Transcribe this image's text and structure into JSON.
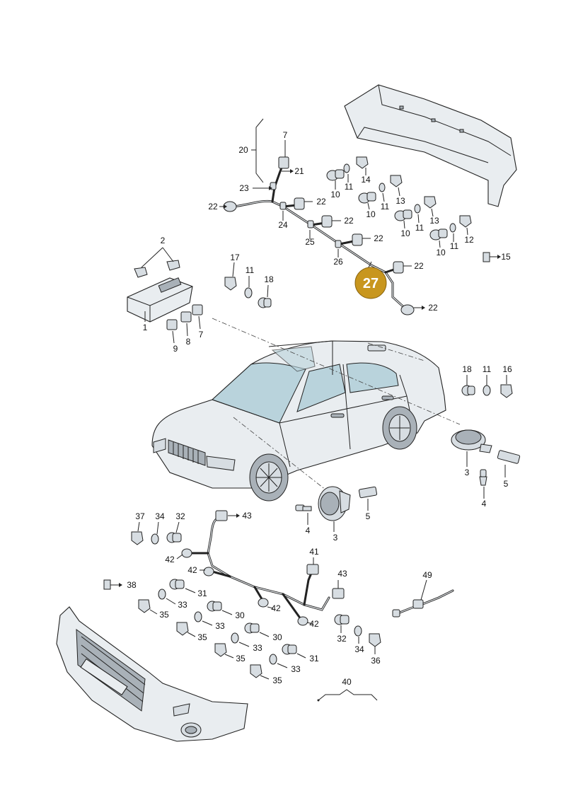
{
  "labels": {
    "l1": "1",
    "l2": "2",
    "l3a": "3",
    "l3b": "3",
    "l4a": "4",
    "l4b": "4",
    "l5a": "5",
    "l5b": "5",
    "l7a": "7",
    "l7b": "7",
    "l8": "8",
    "l9": "9",
    "l10a": "10",
    "l10b": "10",
    "l10c": "10",
    "l10d": "10",
    "l11a": "11",
    "l11b": "11",
    "l11c": "11",
    "l11d": "11",
    "l11e": "11",
    "l12": "12",
    "l13a": "13",
    "l13b": "13",
    "l14": "14",
    "l15": "15",
    "l16": "16",
    "l17": "17",
    "l18a": "18",
    "l18b": "18",
    "l20": "20",
    "l21": "21",
    "l22a": "22",
    "l22b": "22",
    "l22c": "22",
    "l22d": "22",
    "l22e": "22",
    "l22f": "22",
    "l23": "23",
    "l24": "24",
    "l25": "25",
    "l26": "26",
    "l27": "27",
    "l30a": "30",
    "l30b": "30",
    "l31a": "31",
    "l31b": "31",
    "l32a": "32",
    "l32b": "32",
    "l33a": "33",
    "l33b": "33",
    "l33c": "33",
    "l33d": "33",
    "l34a": "34",
    "l34b": "34",
    "l35a": "35",
    "l35b": "35",
    "l35c": "35",
    "l35d": "35",
    "l36": "36",
    "l37": "37",
    "l38": "38",
    "l40": "40",
    "l41": "41",
    "l42a": "42",
    "l42b": "42",
    "l42c": "42",
    "l42d": "42",
    "l43a": "43",
    "l43b": "43",
    "l49": "49"
  },
  "colors": {
    "highlight_badge": "#c8961e",
    "outline": "#222222",
    "part_fill": "#d7dde2",
    "glass": "#b9d3dc"
  }
}
